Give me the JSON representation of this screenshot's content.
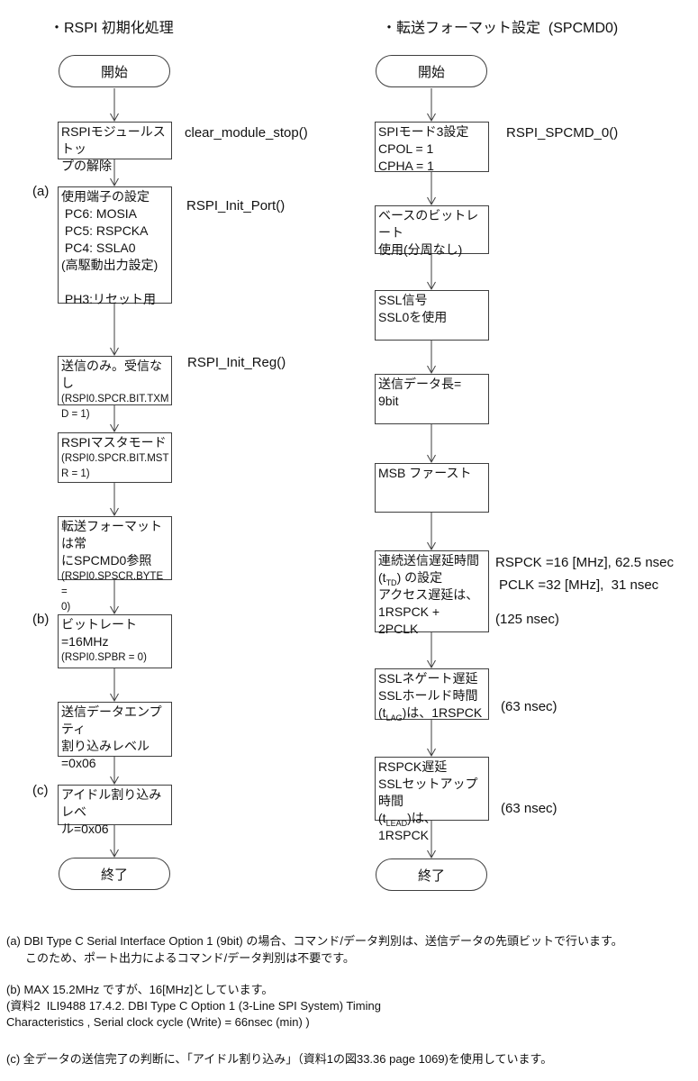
{
  "left": {
    "title": "・RSPI 初期化処理",
    "start": "開始",
    "end": "終了",
    "functions": {
      "clear": "clear_module_stop()",
      "port": "RSPI_Init_Port()",
      "reg": "RSPI_Init_Reg()"
    },
    "markers": {
      "a": "(a)",
      "b": "(b)",
      "c": "(c)"
    },
    "boxes": [
      {
        "name": "module-stop-release",
        "lines": [
          "RSPIモジュールストッ",
          "プの解除"
        ]
      },
      {
        "name": "port-setting",
        "lines": [
          "使用端子の設定",
          " PC6: MOSIA",
          " PC5: RSPCKA",
          " PC4: SSLA0",
          "(高駆動出力設定)",
          "",
          " PH3:リセット用"
        ]
      },
      {
        "name": "tx-only",
        "lines": [
          "送信のみ。受信なし",
          {
            "small": "(RSPI0.SPCR.BIT.TXM"
          },
          {
            "small": "D = 1)"
          }
        ]
      },
      {
        "name": "master-mode",
        "lines": [
          "RSPIマスタモード",
          {
            "small": "(RSPI0.SPCR.BIT.MST"
          },
          {
            "small": "R = 1)"
          }
        ]
      },
      {
        "name": "spcmd0-ref",
        "lines": [
          "転送フォーマットは常",
          "にSPCMD0参照",
          {
            "small": "(RSPI0.SPSCR.BYTE ="
          },
          {
            "small": "0)"
          }
        ]
      },
      {
        "name": "bit-rate",
        "lines": [
          "ビットレート",
          "=16MHz",
          {
            "small": "(RSPI0.SPBR = 0)"
          }
        ]
      },
      {
        "name": "tx-empty-int",
        "lines": [
          "送信データエンプティ",
          "割り込みレベル",
          "=0x06"
        ]
      },
      {
        "name": "idle-int",
        "lines": [
          "アイドル割り込みレベ",
          "ル=0x06"
        ]
      }
    ]
  },
  "right": {
    "title": "・転送フォーマット設定  (SPCMD0)",
    "start": "開始",
    "end": "終了",
    "function": "RSPI_SPCMD_0()",
    "timing": {
      "rspck": "RSPCK =16 [MHz], 62.5 nsec",
      "pclk": "PCLK =32 [MHz],  31 nsec",
      "total": "(125 nsec)",
      "lag": "(63 nsec)",
      "lead": "(63 nsec)"
    },
    "boxes": [
      {
        "name": "spi-mode3",
        "lines": [
          "SPIモード3設定",
          "CPOL = 1",
          "CPHA = 1"
        ]
      },
      {
        "name": "base-bitrate",
        "lines": [
          "ベースのビットレート",
          "使用(分周なし)"
        ]
      },
      {
        "name": "ssl-signal",
        "lines": [
          "SSL信号",
          "SSL0を使用"
        ]
      },
      {
        "name": "data-length",
        "lines": [
          "送信データ長=",
          "9bit"
        ]
      },
      {
        "name": "msb-first",
        "lines": [
          "MSB ファースト"
        ]
      },
      {
        "name": "tx-delay",
        "lines": [
          "連続送信遅延時間",
          {
            "pre": "(t",
            "sub": "TD",
            "post": ") の設定"
          },
          "アクセス遅延は、",
          "1RSPCK +",
          "2PCLK"
        ]
      },
      {
        "name": "ssl-negate-delay",
        "lines": [
          "SSLネゲート遅延",
          "SSLホールド時間",
          {
            "pre": "(t",
            "sub": "LAG",
            "post": ")は、1RSPCK"
          }
        ]
      },
      {
        "name": "rspck-delay",
        "lines": [
          "RSPCK遅延",
          "SSLセットアップ時間",
          {
            "pre": "(t",
            "sub": "LEAD",
            "post": ")は、"
          },
          "1RSPCK"
        ]
      }
    ]
  },
  "footnotes": {
    "a": [
      "(a) DBI Type C Serial Interface Option 1 (9bit) の場合、コマンド/データ判別は、送信データの先頭ビットで行います。",
      "このため、ポート出力によるコマンド/データ判別は不要です。"
    ],
    "b": [
      "(b) MAX 15.2MHz ですが、16[MHz]としています。",
      "(資料2  ILI9488 17.4.2. DBI Type C Option 1 (3-Line SPI System) Timing",
      "Characteristics , Serial clock cycle (Write) = 66nsec (min) )"
    ],
    "c": [
      "(c) 全データの送信完了の判断に、「アイドル割り込み」（資料1の図33.36 page 1069)を使用しています。"
    ]
  }
}
